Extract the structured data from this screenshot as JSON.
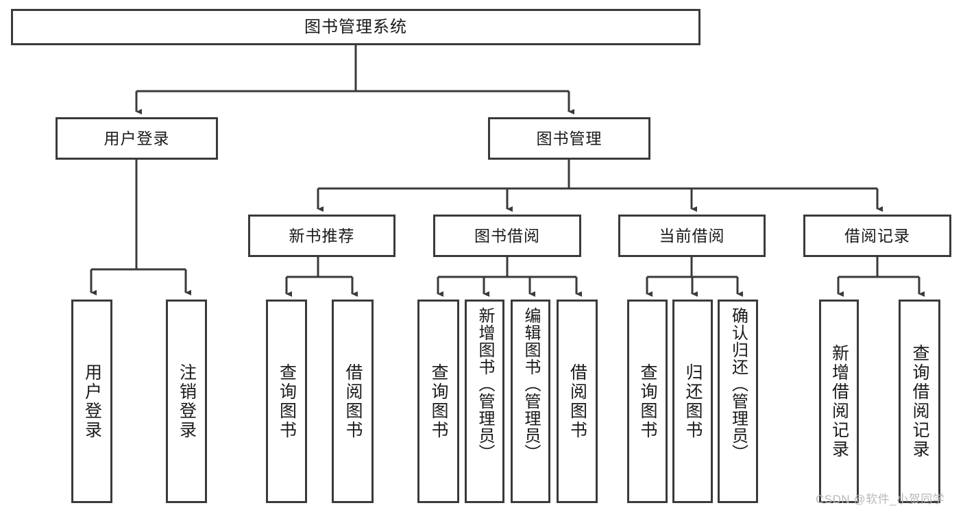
{
  "diagram": {
    "title": "图书管理系统",
    "type": "tree-hierarchy-chart",
    "root": {
      "label": "图书管理系统"
    },
    "level1": [
      {
        "label": "用户登录"
      },
      {
        "label": "图书管理"
      }
    ],
    "level2": [
      {
        "label": "新书推荐"
      },
      {
        "label": "图书借阅"
      },
      {
        "label": "当前借阅"
      },
      {
        "label": "借阅记录"
      }
    ],
    "leaves": {
      "user_login": [
        {
          "label": "用户登录"
        },
        {
          "label": "注销登录"
        }
      ],
      "new_book_recommend": [
        {
          "label": "查询图书"
        },
        {
          "label": "借阅图书"
        }
      ],
      "book_borrow": [
        {
          "label": "查询图书"
        },
        {
          "label": "新增图书（管理员）"
        },
        {
          "label": "编辑图书（管理员）"
        },
        {
          "label": "借阅图书"
        }
      ],
      "current_borrow": [
        {
          "label": "查询图书"
        },
        {
          "label": "归还图书"
        },
        {
          "label": "确认归还（管理员）"
        }
      ],
      "borrow_record": [
        {
          "label": "新增借阅记录"
        },
        {
          "label": "查询借阅记录"
        }
      ]
    }
  },
  "watermark": {
    "text": "CSDN @软件_小贺同学"
  },
  "colors": {
    "box_border": "#3a3a3a",
    "box_fill": "#ffffff",
    "edge": "#3a3a3a",
    "text": "#1a1a1a",
    "watermark": "#b9b9b9",
    "background": "#ffffff"
  }
}
